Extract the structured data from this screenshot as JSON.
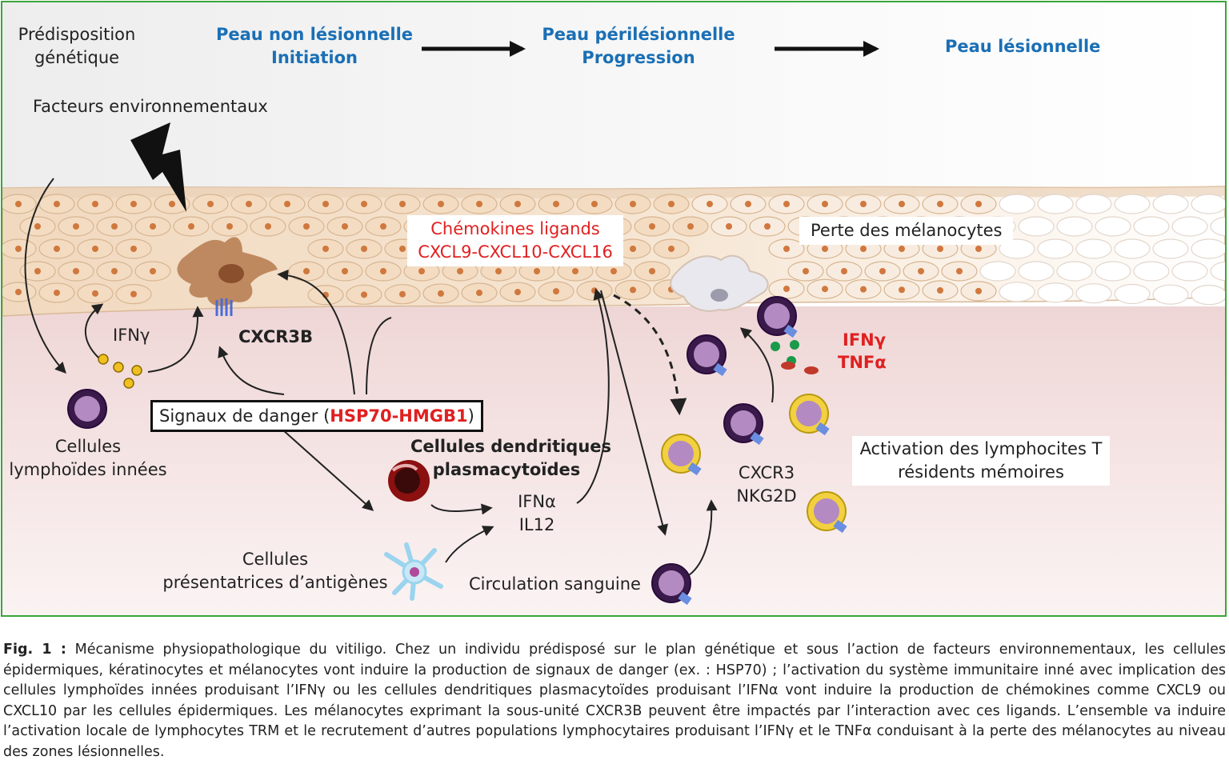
{
  "labels": {
    "predisposition": [
      "Prédisposition",
      "génétique"
    ],
    "env_factors": "Facteurs environnementaux",
    "stage1": [
      "Peau non lésionnelle",
      "Initiation"
    ],
    "stage2": [
      "Peau périlésionnelle",
      "Progression"
    ],
    "stage3": "Peau lésionnelle",
    "chemokines": [
      "Chémokines ligands",
      "CXCL9-CXCL10-CXCL16"
    ],
    "melanocyte_loss": "Perte des mélanocytes",
    "ifng_small": "IFNγ",
    "cxcr3b": "CXCR3B",
    "ifng_red": "IFNγ",
    "tnfa_red": "TNFα",
    "danger_prefix": "Signaux de danger (",
    "danger_red": "HSP70-HMGB1",
    "danger_suffix": ")",
    "innate_cells": [
      "Cellules",
      "lymphoïdes innées"
    ],
    "pdc": [
      "Cellules dendritiques",
      "plasmacytoïdes"
    ],
    "ifna": "IFNα",
    "il12": "IL12",
    "cxcr3": "CXCR3",
    "nkg2d": "NKG2D",
    "trm_activation": [
      "Activation des lymphocites T",
      "résidents mémoires"
    ],
    "apc": [
      "Cellules",
      "présentatrices d’antigènes"
    ],
    "blood": "Circulation sanguine"
  },
  "caption": {
    "fig_label": "Fig. 1 :",
    "text": " Mécanisme physiopathologique du vitiligo. Chez un individu prédisposé sur le plan génétique et sous l’action de facteurs environnementaux, les cellules épidermiques, kératinocytes et mélanocytes vont induire la production de signaux de danger (ex. : HSP70) ; l’activation du système immunitaire inné avec implication des cellules lymphoïdes innées produisant l’IFNγ ou les cellules dendritiques plasmacytoïdes produisant l’IFNα vont induire la production de chémokines comme CXCL9 ou CXCL10 par les cellules épidermiques. Les mélanocytes exprimant la sous-unité CXCR3B peuvent être impactés par l’interaction avec ces ligands. L’ensemble va induire l’activation locale de lymphocytes TRM et le recrutement d’autres populations lymphocytaires produisant l’IFNγ et le TNFα conduisant à la perte des mélanocytes au niveau des zones lésionnelles."
  },
  "colors": {
    "border": "#3aa53a",
    "stage_blue": "#1a6fb5",
    "alert_red": "#e02020",
    "skin_tan": "#f3dcc4",
    "dermis_pink": "#f3dedd"
  }
}
